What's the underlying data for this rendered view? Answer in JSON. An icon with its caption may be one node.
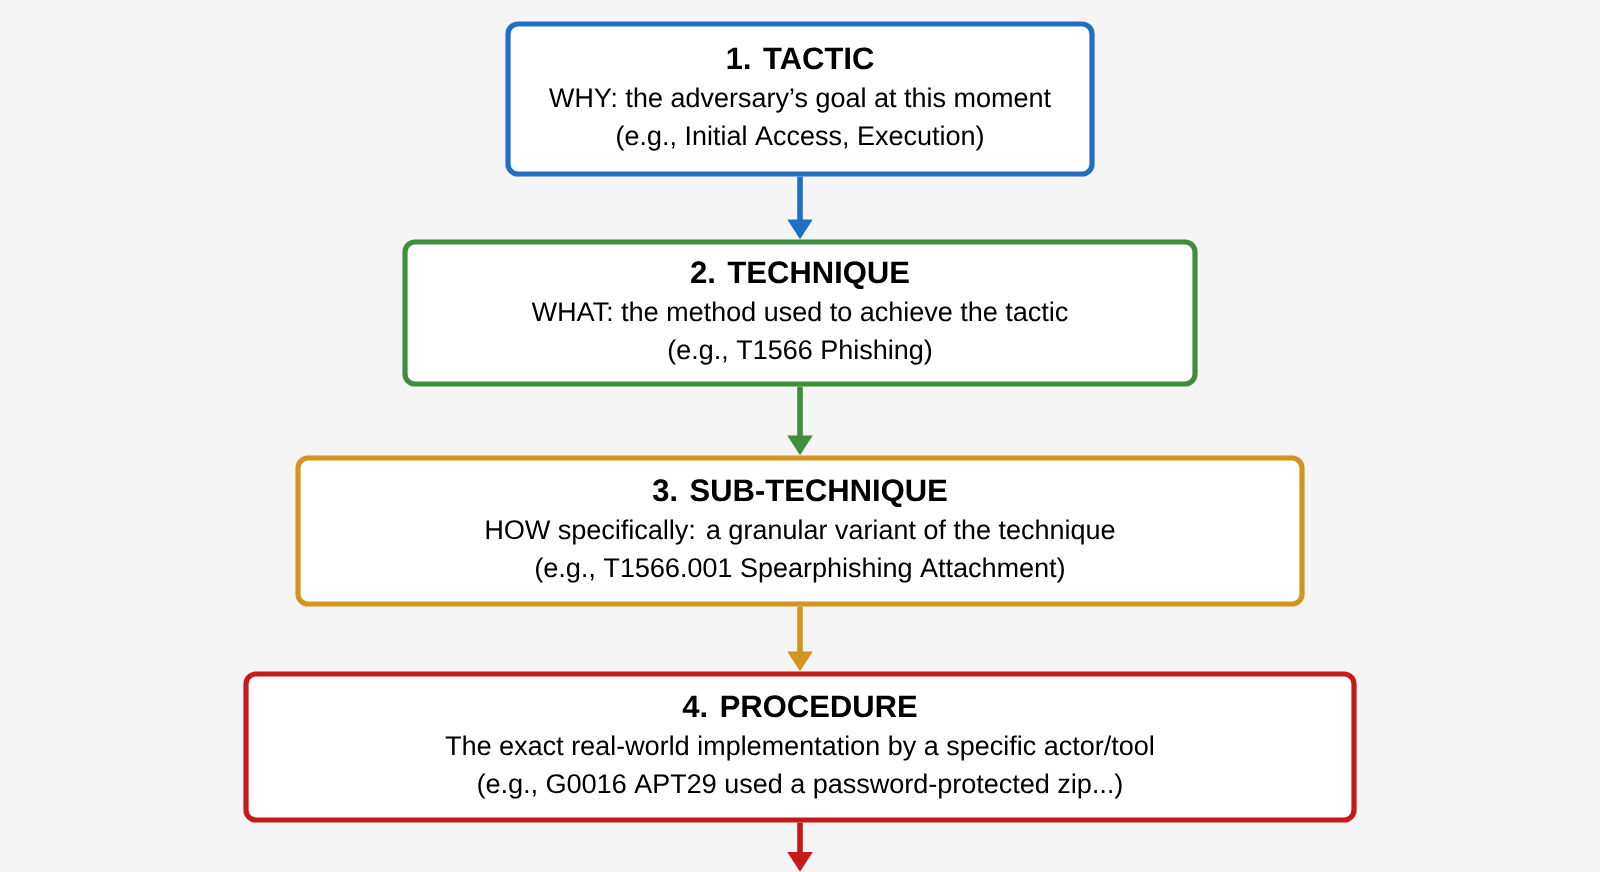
{
  "diagram": {
    "nodes": [
      {
        "text": [
          "1. TACTIC",
          "WHY: the adversary’s goal at this moment",
          "(e.g., Initial Access, Execution)"
        ]
      },
      {
        "text": [
          "2. TECHNIQUE",
          "WHAT: the method used to achieve the tactic",
          "(e.g., T1566 Phishing)"
        ]
      },
      {
        "text": [
          "3. SUB-TECHNIQUE",
          "HOW specifically: a granular variant of the technique",
          "(e.g., T1566.001 Spearphishing Attachment)"
        ]
      },
      {
        "text": [
          "4. PROCEDURE",
          "The exact real-world implementation by a specific actor/tool",
          "(e.g., G0016 APT29 used a password-protected zip...)"
        ]
      }
    ],
    "edges": [
      {
        "from": 0,
        "to": 1,
        "arrow": "to",
        "color": "#1f6fc5"
      },
      {
        "from": 1,
        "to": 2,
        "arrow": "to",
        "color": "#3e8e3e"
      },
      {
        "from": 2,
        "to": 3,
        "arrow": "to",
        "color": "#d4951f"
      },
      {
        "from": 3,
        "to": null,
        "arrow": "to",
        "color": "#c41a1a"
      }
    ]
  }
}
